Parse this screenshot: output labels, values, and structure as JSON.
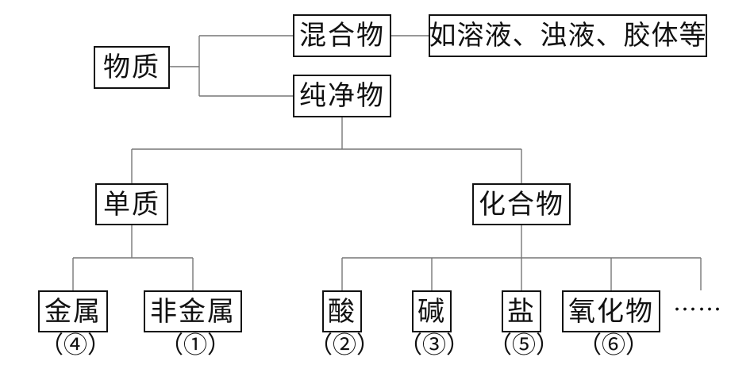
{
  "nodes": {
    "substance": "物质",
    "mixture": "混合物",
    "mixture_examples": "如溶液、浊液、胶体等",
    "pure_substance": "纯净物",
    "element": "单质",
    "compound": "化合物",
    "metal": "金属",
    "nonmetal": "非金属",
    "acid": "酸",
    "base": "碱",
    "salt": "盐",
    "oxide": "氧化物",
    "more": "……"
  },
  "answers": {
    "metal": "（④）",
    "nonmetal": "（①）",
    "acid": "（②）",
    "base": "（③）",
    "salt": "（⑤）",
    "oxide": "（⑥）"
  }
}
